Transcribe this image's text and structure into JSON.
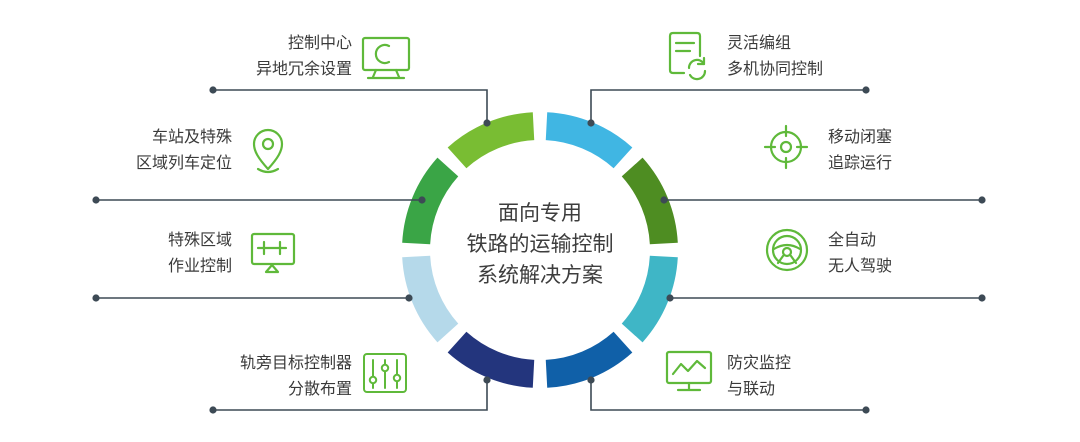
{
  "title_lines": [
    "面向专用",
    "铁路的运输控制",
    "系统解决方案"
  ],
  "features": [
    {
      "id": "control-center",
      "lines": [
        "控制中心",
        "异地冗余设置"
      ],
      "icon": "monitor-icon"
    },
    {
      "id": "station-positioning",
      "lines": [
        "车站及特殊",
        "区域列车定位"
      ],
      "icon": "location-pin-icon"
    },
    {
      "id": "special-area",
      "lines": [
        "特殊区域",
        "作业控制"
      ],
      "icon": "display-control-icon"
    },
    {
      "id": "trackside-controller",
      "lines": [
        "轨旁目标控制器",
        "分散布置"
      ],
      "icon": "sliders-icon"
    },
    {
      "id": "flexible-formation",
      "lines": [
        "灵活编组",
        "多机协同控制"
      ],
      "icon": "document-sync-icon"
    },
    {
      "id": "moving-block",
      "lines": [
        "移动闭塞",
        "追踪运行"
      ],
      "icon": "target-icon"
    },
    {
      "id": "fully-automatic",
      "lines": [
        "全自动",
        "无人驾驶"
      ],
      "icon": "steering-wheel-icon"
    },
    {
      "id": "disaster-monitoring",
      "lines": [
        "防灾监控",
        "与联动"
      ],
      "icon": "monitor-chart-icon"
    }
  ],
  "colors": {
    "line": "#3d4a55",
    "icon": "#5fb93a",
    "text": "#3a3a3a",
    "segments": [
      "#40b6e3",
      "#4e8d22",
      "#3fb6c6",
      "#1060a8",
      "#23357d",
      "#b5d9ea",
      "#3aa546",
      "#79bd33"
    ]
  }
}
